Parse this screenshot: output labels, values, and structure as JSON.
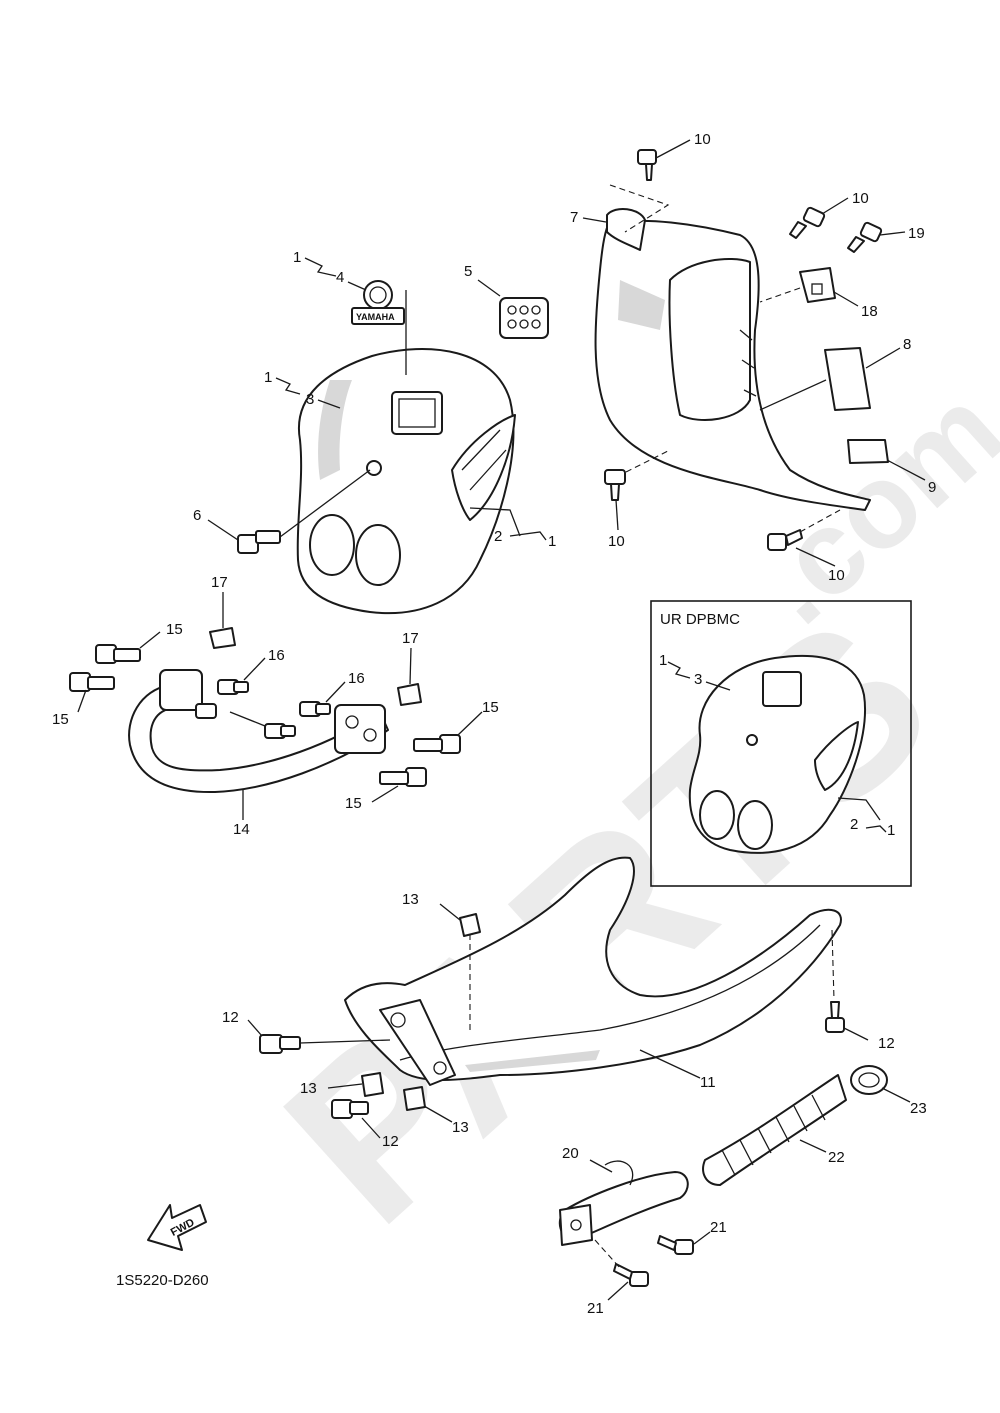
{
  "diagram": {
    "code": "1S5220-D260",
    "inset_label": "UR DPBMC",
    "fwd_label": "FWD",
    "emblem_text": "YAMAHA",
    "watermark": {
      "main": "PARTS",
      "suffix": ".com"
    },
    "callouts": {
      "n1": "1",
      "n2": "2",
      "n3": "3",
      "n4": "4",
      "n5": "5",
      "n6": "6",
      "n7": "7",
      "n8": "8",
      "n9": "9",
      "n10": "10",
      "n11": "11",
      "n12": "12",
      "n13": "13",
      "n14": "14",
      "n15": "15",
      "n16": "16",
      "n17": "17",
      "n18": "18",
      "n19": "19",
      "n20": "20",
      "n21": "21",
      "n22": "22",
      "n23": "23"
    }
  }
}
